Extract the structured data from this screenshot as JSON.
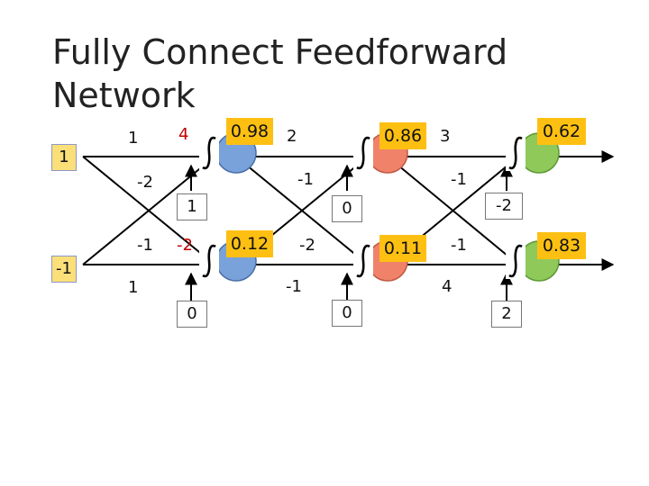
{
  "title": "Fully Connect Feedforward Network",
  "inputs": [
    "1",
    "-1"
  ],
  "weights": {
    "w1": "1",
    "w2": "4",
    "w3": "-2",
    "w4": "-1",
    "w5": "-2",
    "w6": "1",
    "w7": "2",
    "w8": "-1",
    "w9": "-2",
    "w10": "-1",
    "w11": "3",
    "w12": "-1",
    "w13": "-1",
    "w14": "4"
  },
  "biases": [
    "1",
    "0",
    "0",
    "0",
    "-2",
    "2"
  ],
  "outputs": {
    "layer1": [
      "0.98",
      "0.12"
    ],
    "layer2": [
      "0.86",
      "0.11"
    ],
    "layer3": [
      "0.62",
      "0.83"
    ]
  },
  "colors": {
    "layer1_node": "#7aa2da",
    "layer2_node": "#f0826a",
    "layer3_node": "#8fc95a",
    "output_box": "#fdc012",
    "input_box": "#fbe07a",
    "highlight_weight": "#c00000"
  },
  "icons": {
    "activation": "sigmoid-integral-icon"
  }
}
